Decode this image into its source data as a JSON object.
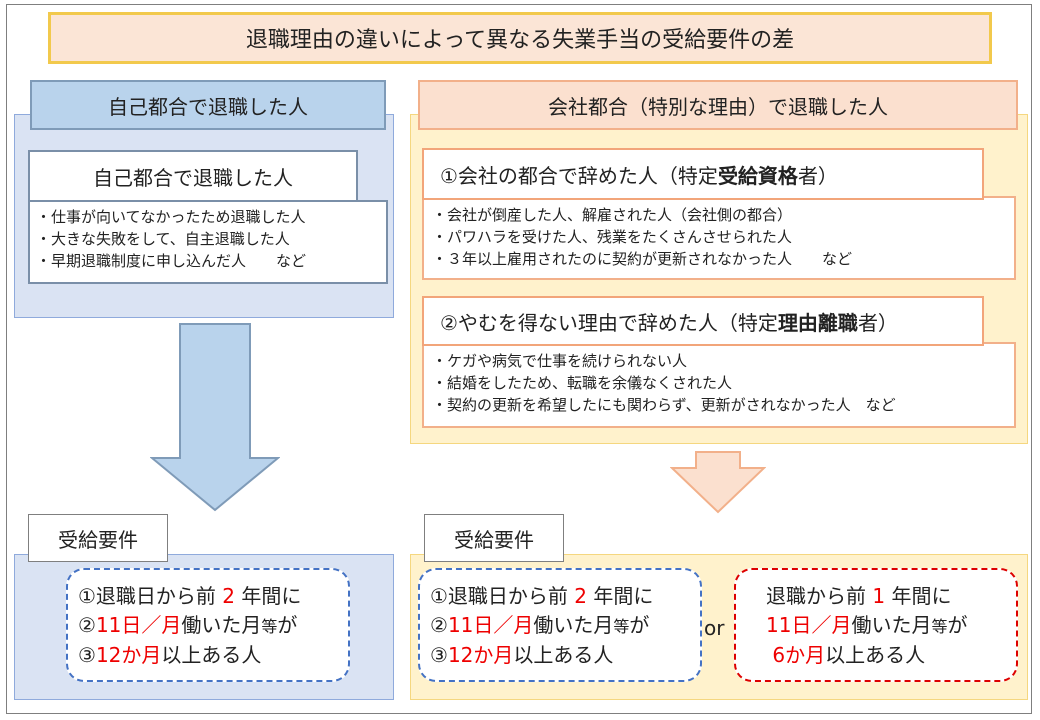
{
  "title": "退職理由の違いによって異なる失業手当の受給要件の差",
  "left": {
    "header": "自己都合で退職した人",
    "sub_title": "自己都合で退職した人",
    "items": [
      "・仕事が向いてなかったため退職した人",
      "・大きな失敗をして、自主退職した人",
      "・早期退職制度に申し込んだ人　　など"
    ]
  },
  "right": {
    "header": "会社都合（特別な理由）で退職した人",
    "group1": {
      "title_prefix": "①会社の都合で辞めた人（特定",
      "title_bold": "受給資格",
      "title_suffix": "者）",
      "items": [
        "・会社が倒産した人、解雇された人（会社側の都合）",
        "・パワハラを受けた人、残業をたくさんさせられた人",
        "・３年以上雇用されたのに契約が更新されなかった人　　など"
      ]
    },
    "group2": {
      "title_prefix": "②やむを得ない理由で辞めた人（特定",
      "title_bold": "理由離職",
      "title_suffix": "者）",
      "items": [
        "・ケガや病気で仕事を続けられない人",
        "・結婚をしたため、転職を余儀なくされた人",
        "・契約の更新を希望したにも関わらず、更新がされなかった人　など"
      ]
    }
  },
  "requirements": {
    "label_left": "受給要件",
    "label_right": "受給要件",
    "or_text": "or",
    "standard": {
      "l1a": "①退職日から前 ",
      "l1b": "2",
      "l1c": " 年間に",
      "l2a": "②",
      "l2b": "11日／月",
      "l2c": "働いた月",
      "l2d": "等",
      "l2e": "が",
      "l3a": "③",
      "l3b": "12か月",
      "l3c": "以上ある人"
    },
    "special": {
      "l1a": "退職から前 ",
      "l1b": "1",
      "l1c": " 年間に",
      "l2b": "11日／月",
      "l2c": "働いた月",
      "l2d": "等",
      "l2e": "が",
      "l3b": "6か月",
      "l3c": "以上ある人"
    }
  },
  "colors": {
    "blue_header": "#b9d3ec",
    "blue_panel": "#dae3f3",
    "orange_header": "#fbe0cf",
    "yellow_panel": "#fff2cc",
    "accent_red": "#e00000"
  }
}
